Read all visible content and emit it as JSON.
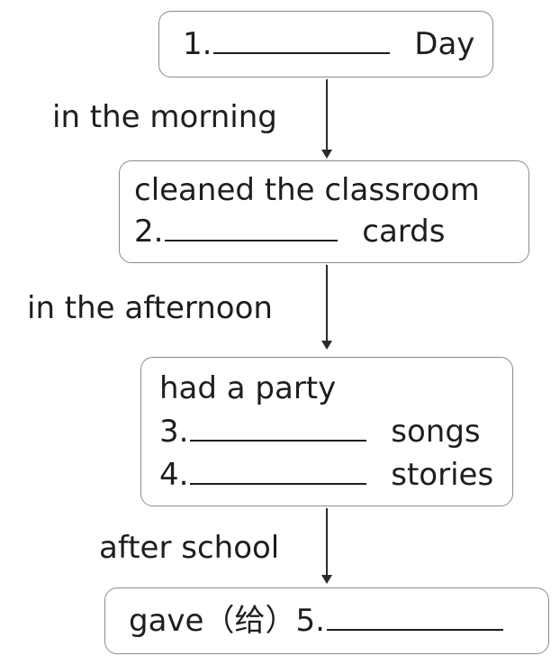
{
  "box1": {
    "num": "1.",
    "suffix": "Day"
  },
  "step1": "in the morning",
  "box2": {
    "line1": "cleaned the classroom",
    "num": "2.",
    "suffix": "cards"
  },
  "step2": "in the afternoon",
  "box3": {
    "line1": "had a party",
    "num3": "3.",
    "suffix3": "songs",
    "num4": "4.",
    "suffix4": "stories"
  },
  "step3": "after school",
  "box4": {
    "prefix": "gave（给）5."
  }
}
